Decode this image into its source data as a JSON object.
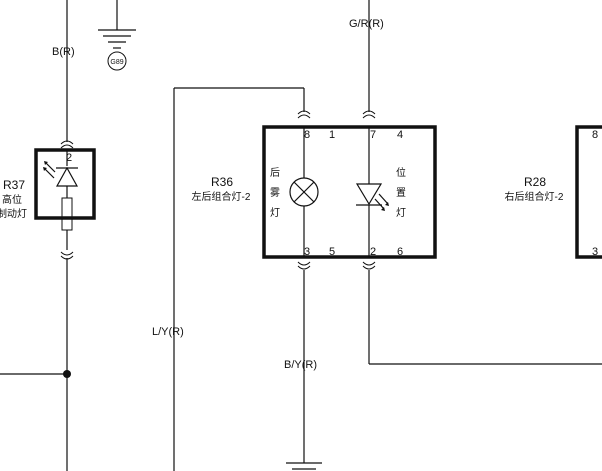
{
  "wires": {
    "w_b_r": "B(R)",
    "w_g_r_r": "G/R(R)",
    "w_l_y_r": "L/Y(R)",
    "w_b_y_r": "B/Y(R)"
  },
  "ground": {
    "g89": "G89"
  },
  "r37": {
    "id": "R37",
    "name_line1": "高位",
    "name_line2": "制动灯",
    "pin_top": "2"
  },
  "r36": {
    "id": "R36",
    "name": "左后组合灯-2",
    "pins_top": [
      "8",
      "1",
      "7",
      "4"
    ],
    "pins_bottom": [
      "3",
      "5",
      "2",
      "6"
    ],
    "left_lamp_chars": [
      "后",
      "雾",
      "灯"
    ],
    "right_lamp_chars": [
      "位",
      "置",
      "灯"
    ]
  },
  "r28": {
    "id": "R28",
    "name": "右后组合灯-2",
    "pin_top": "8",
    "pin_bottom": "3"
  }
}
